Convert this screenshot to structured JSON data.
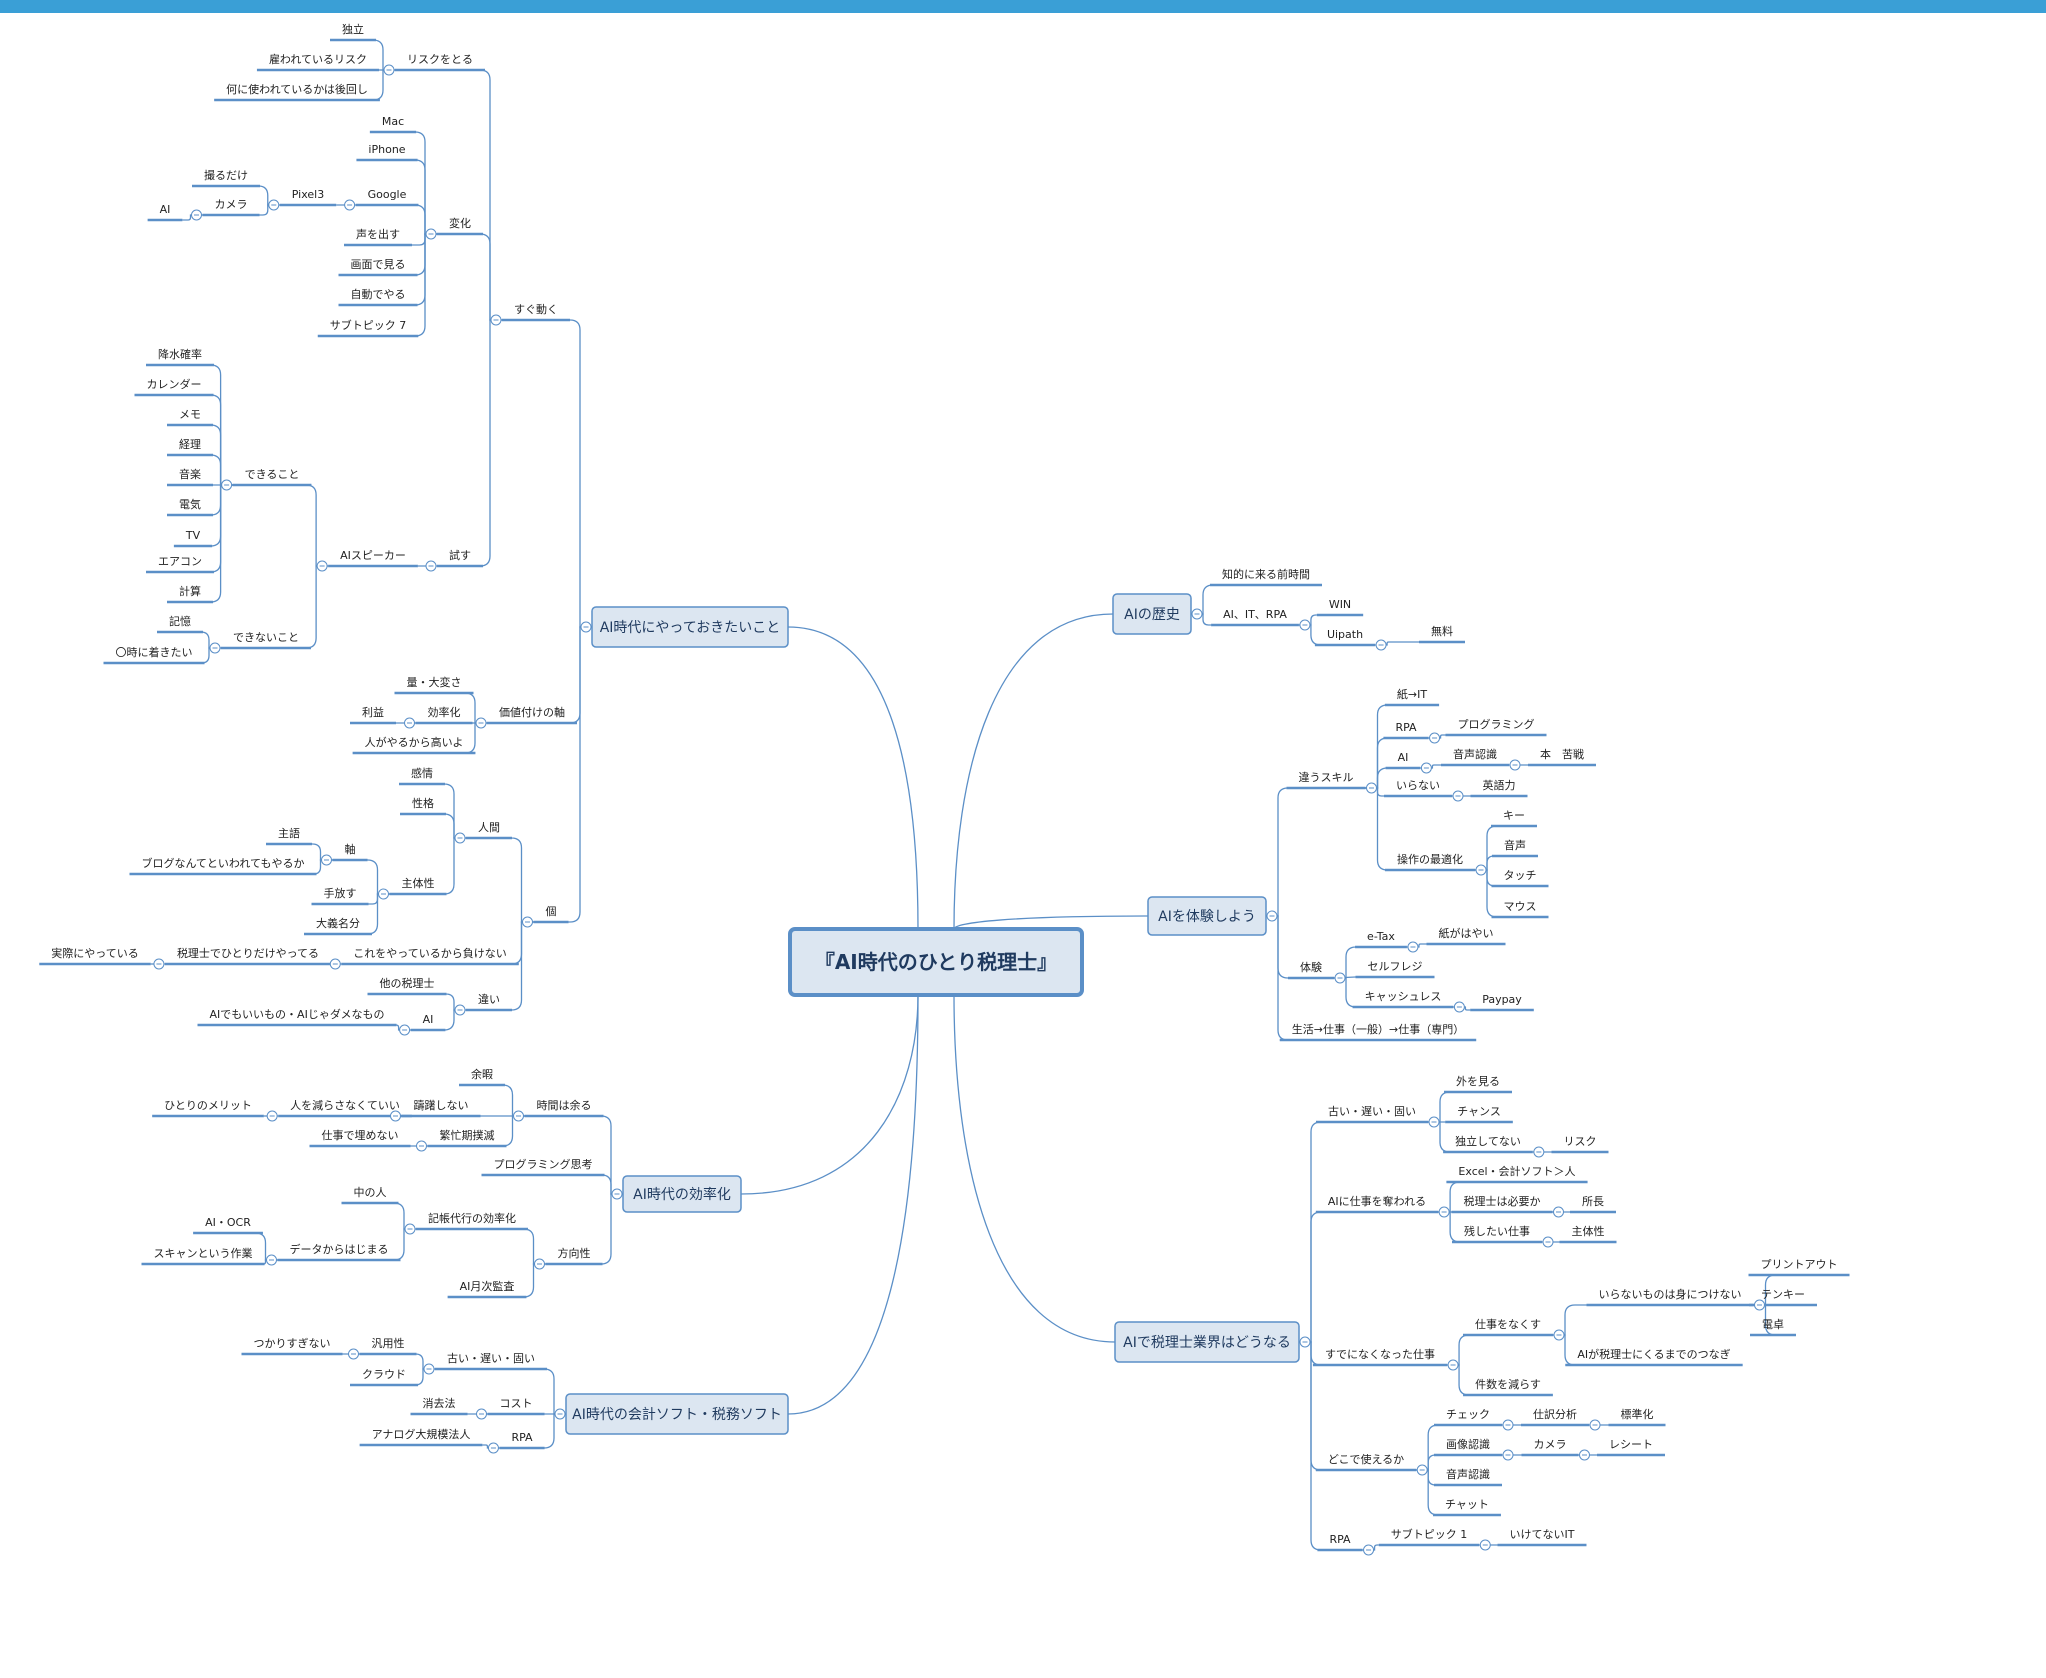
{
  "window": {
    "accent": "#3a9fd6",
    "line_color": "#5b8fc7",
    "node_fill": "#dce6f1",
    "node_stroke": "#5b8fc7",
    "text_color": "#1f3a5f"
  },
  "center": {
    "label": "『AI時代のひとり税理士』"
  },
  "branches": {
    "prep": "AI時代にやっておきたいこと",
    "history": "AIの歴史",
    "experience": "AIを体験しよう",
    "efficiency": "AI時代の効率化",
    "industry": "AIで税理士業界はどうなる",
    "software": "AI時代の会計ソフト・税務ソフト"
  },
  "nodes": {
    "dokuritsu": "独立",
    "yatowareteiru": "雇われているリスク",
    "nanini": "何に使われているかは後回し",
    "risuku_toru": "リスクをとる",
    "mac": "Mac",
    "iphone": "iPhone",
    "toru_dake": "撮るだけ",
    "pixel3": "Pixel3",
    "google": "Google",
    "ai_cam": "AI",
    "camera": "カメラ",
    "henka": "変化",
    "koe": "声を出す",
    "gamen": "画面で見る",
    "jido": "自動でやる",
    "subtopic7": "サブトピック 7",
    "sugu": "すぐ動く",
    "kousui": "降水確率",
    "calendar": "カレンダー",
    "memo": "メモ",
    "keiri": "経理",
    "ongaku": "音楽",
    "denki": "電気",
    "tv": "TV",
    "aircon": "エアコン",
    "keisan": "計算",
    "dekiru": "できること",
    "ai_speaker": "AIスピーカー",
    "tamesu": "試す",
    "kioku": "記憶",
    "dekinai": "できないこと",
    "maru_ji": "〇時に着きたい",
    "ryo": "量・大変さ",
    "rieki": "利益",
    "kouritsu": "効率化",
    "kachizuke": "価値付けの軸",
    "hito_takai": "人がやるから高いよ",
    "kanjo": "感情",
    "seikaku": "性格",
    "ningen": "人間",
    "shudai": "主語",
    "jiku": "軸",
    "blog": "ブログなんてといわれてもやるか",
    "shutaisei": "主体性",
    "tebanasu": "手放す",
    "taigi": "大義名分",
    "ko": "個",
    "jissai": "実際にやっている",
    "zeirishi_hitori": "税理士でひとりだけやってる",
    "makenai": "これをやっているから負けない",
    "hoka": "他の税理士",
    "chigai": "違い",
    "ai_ii": "AIでもいいもの・AIじゃダメなもの",
    "ai_chigai": "AI",
    "chiteki": "知的に来る前時間",
    "ai_it_rpa": "AI、IT、RPA",
    "win": "WIN",
    "uipath": "Uipath",
    "muryo": "無料",
    "kami_it": "紙→IT",
    "rpa_e": "RPA",
    "programming": "プログラミング",
    "ai_e": "AI",
    "onsei_ninshiki": "音声認識",
    "hon_kusen": "本　苦戦",
    "chigau_skill": "違うスキル",
    "iranai": "いらない",
    "eigoryoku": "英語力",
    "key": "キー",
    "onsei": "音声",
    "touch": "タッチ",
    "mouse": "マウス",
    "sousa": "操作の最適化",
    "etax": "e-Tax",
    "kami_hayai": "紙がはやい",
    "taiken": "体験",
    "selfreji": "セルフレジ",
    "cashless": "キャッシュレス",
    "paypay": "Paypay",
    "seikatsu": "生活→仕事（一般）→仕事（専門）",
    "yoka": "余暇",
    "hitori_merit": "ひとりのメリット",
    "hito_herasa": "人を減らさなくていい",
    "chucho": "躊躇しない",
    "jikan_amaru": "時間は余る",
    "shigoto_ume": "仕事で埋めない",
    "hanbo": "繁忙期撲滅",
    "prog_shiko": "プログラミング思考",
    "naka_hito": "中の人",
    "kicho_kouritsu": "記帳代行の効率化",
    "ai_ocr": "AI・OCR",
    "data_kara": "データからはじまる",
    "scan": "スキャンという作業",
    "houkousei": "方向性",
    "ai_getsuji": "AI月次監査",
    "soto": "外を見る",
    "furui_i": "古い・遅い・固い",
    "chance": "チャンス",
    "dokuritsu_shitenai": "独立してない",
    "risk_i": "リスク",
    "excel": "Excel・会計ソフト＞人",
    "ai_ubawa": "AIに仕事を奪われる",
    "zeirishi_hitsuyo": "税理士は必要か",
    "shocho": "所長",
    "nokoshitai": "残したい仕事",
    "shutaisei_i": "主体性",
    "print": "プリントアウト",
    "iranai_mono": "いらないものは身につけない",
    "tenkey": "テンキー",
    "dentaku": "電卓",
    "shigoto_nakusu": "仕事をなくす",
    "sudeni": "すでになくなった仕事",
    "ai_zeirishi": "AIが税理士にくるまでのつなぎ",
    "kensu": "件数を減らす",
    "check": "チェック",
    "shiwake": "仕訳分析",
    "hyojunka": "標準化",
    "gazo": "画像認識",
    "camera_i": "カメラ",
    "receipt": "レシート",
    "dokode": "どこで使えるか",
    "onsei_ninshiki_i": "音声認識",
    "chat": "チャット",
    "rpa_i": "RPA",
    "subtopic1": "サブトピック 1",
    "ikenai_it": "いけてないIT",
    "tsukari": "つかりすぎない",
    "hanyo": "汎用性",
    "furui_s": "古い・遅い・固い",
    "cloud": "クラウド",
    "shokyo": "消去法",
    "cost": "コスト",
    "analog": "アナログ大規模法人",
    "rpa_s": "RPA"
  }
}
